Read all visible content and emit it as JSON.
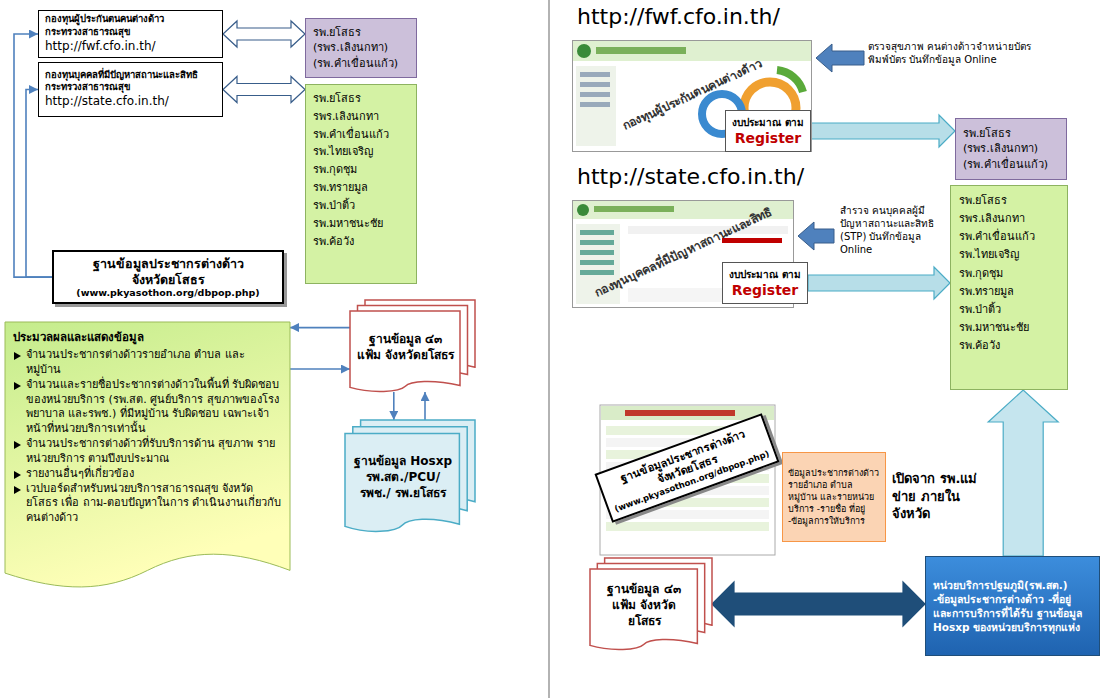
{
  "diagram": {
    "nodes": [
      {
        "text": [
          "กองทุนผู้ประกันตนคนต่างด้าว กระทรวงสาธารณสุข",
          "http://fwf.cfo.in.th/"
        ]
      },
      {
        "text": [
          "รพ.ยโสธร (รพร.เลิงนกทา) (รพ.คำเขื่อนแก้ว)"
        ]
      },
      {
        "text": [
          "กองทุนบุคคลที่มีปัญหาสถานะและสิทธิ กระทรวงสาธารณสุข",
          "http://state.cfo.in.th/"
        ]
      },
      {
        "text": [
          "รพ.ยโสธร รพร.เลิงนกทา รพ.คำเขื่อนแก้ว รพ.ไทยเจริญ รพ.กุดชุม รพ.ทรายมูล รพ.ป่าติ้ว รพ.มหาชนะชัย รพ.ค้อวัง"
        ]
      },
      {
        "text": [
          "ฐานข้อมูลประชากรต่างด้าว จังหวัดยโสธร",
          "(www.pkyasothon.org/dbpop.php)"
        ]
      },
      {
        "text": [
          "ประมวลผลและแสดงข้อมูล",
          "จำนวนประชากรต่างด้าวรายอำเภอ ตำบล และ หมู่บ้าน",
          "จำนวนและรายชื่อประชากรต่างด้าวในพื้นที่ รับผิดชอบของหน่วยบริการ (รพ.สต. ศูนย์บริการ สุขภาพของโรงพยาบาล และรพช.) ที่มีหมู่บ้าน รับผิดชอบ เฉพาะเจ้าหน้าที่หน่วยบริการเท่านั้น",
          "จำนวนประชากรต่างด้าวที่รับบริการด้าน สุขภาพ รายหน่วยบริการ ตามปีงบประมาณ",
          "รายงานอื่นๆที่เกี่ยวข้อง",
          "เวปบอร์ดสำหรับหน่วยบริการสาธารณสุข จังหวัดยโสธร เพื่อ ถาม-ตอบปัญหาในการ ดำเนินงานเกี่ยวกับคนต่างด้าว"
        ]
      },
      {
        "text": [
          "ฐานข้อมูล ๔๓ แฟ้ม จังหวัดยโสธร"
        ]
      },
      {
        "text": [
          "ฐานข้อมูล Hosxp รพ.สต./PCU/รพช./ รพ.ยโสธร"
        ]
      },
      {
        "text": [
          "กองทุนผู้ประกันตนคนต่างด้าว"
        ]
      },
      {
        "text": [
          "งบประมาณ ตาม",
          "Register"
        ]
      },
      {
        "text": [
          "รพ.ยโสธร (รพร.เลิงนกทา) (รพ.คำเขื่อนแก้ว)"
        ]
      },
      {
        "text": [
          "กองทุนบุคคลที่มีปัญหาสถานะและสิทธิ"
        ]
      },
      {
        "text": [
          "งบประมาณ ตาม",
          "Register"
        ]
      },
      {
        "text": [
          "รพ.ยโสธร รพร.เลิงนกทา รพ.คำเขื่อนแก้ว รพ.ไทยเจริญ รพ.กุดชุม รพ.ทรายมูล รพ.ป่าติ้ว รพ.มหาชนะชัย รพ.ค้อวัง"
        ]
      },
      {
        "text": [
          "ฐานข้อมูลประชากรต่างด้าว จังหวัดยโสธร",
          "(www.pkyasothon.org/dbpop.php)"
        ]
      },
      {
        "text": [
          "ข้อมูลประชากรต่างด้าว รายอำเภอ ตำบล หมู่บ้าน และรายหน่วยบริการ -รายชื่อ ที่อยู่ -ข้อมูลการให้บริการ"
        ]
      },
      {
        "text": [
          "ฐานข้อมูล ๔๓ แฟ้ม จังหวัดยโสธร"
        ]
      },
      {
        "text": [
          "หน่วยบริการปฐมภูมิ(รพ.สต.) -ข้อมูลประชากรต่างด้าว -ที่อยู่ และการบริการที่ได้รับ ฐานข้อมูล Hosxp ของหน่วยบริการทุกแห่ง"
        ]
      }
    ],
    "edges": [
      {
        "from": 0,
        "to": 1,
        "arrow": "both"
      },
      {
        "from": 2,
        "to": 3,
        "arrow": "both"
      },
      {
        "from": 4,
        "to": 0,
        "arrow": "to"
      },
      {
        "from": 4,
        "to": 2,
        "arrow": "to"
      },
      {
        "from": 6,
        "to": 5,
        "arrow": "to"
      },
      {
        "from": 5,
        "to": 6,
        "arrow": "to"
      },
      {
        "from": 6,
        "to": 7,
        "arrow": "to"
      },
      {
        "from": 7,
        "to": 6,
        "arrow": "to"
      },
      {
        "from": 9,
        "to": 10,
        "arrow": "to"
      },
      {
        "from": 12,
        "to": 13,
        "arrow": "to"
      },
      {
        "from": 16,
        "to": 17,
        "arrow": "both"
      },
      {
        "from": 17,
        "to": 13,
        "arrow": "to"
      }
    ],
    "labels": [
      "http://fwf.cfo.in.th/",
      "ตรวจสุขภาพ คนต่างด้าวจำหน่ายบัตร พิมพ์บัตร บันทึกข้อมูล Online",
      "http://state.cfo.in.th/",
      "สำรวจ คนบุคคลผู้มีปัญหาสถานะและสิทธิ (STP) บันทึกข้อมูล Online",
      "เปิดจาก รพ.แม่ข่าย ภายในจังหวัด"
    ]
  }
}
